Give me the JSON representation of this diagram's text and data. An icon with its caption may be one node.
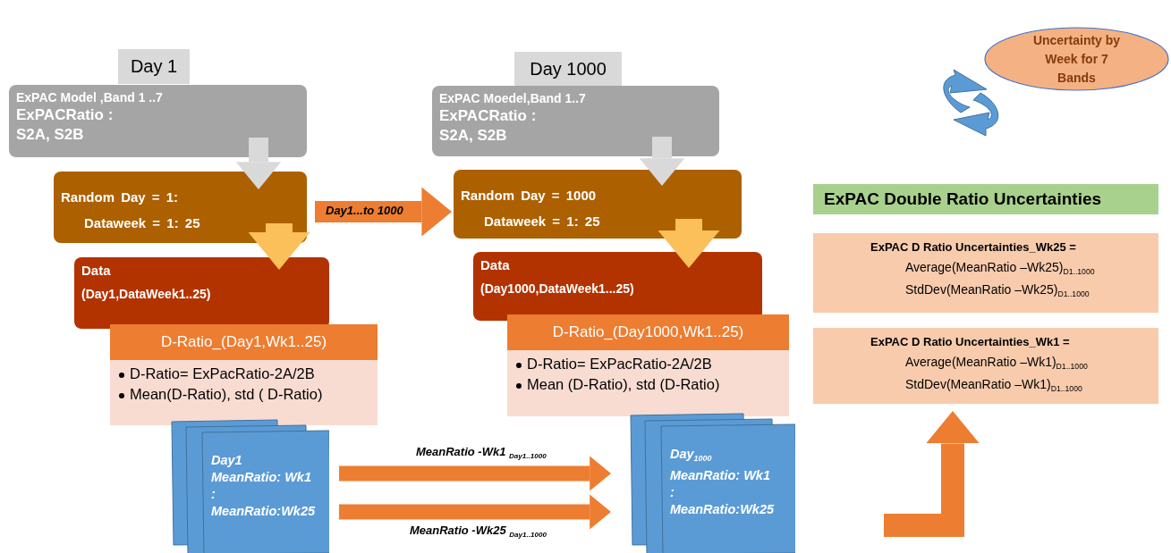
{
  "diagram": {
    "nodes": [
      {
        "text": [
          "Day 1"
        ]
      },
      {
        "text": [
          "ExPAC Model ,Band 1 ..7",
          "ExPACRatio : S2A, S2B"
        ]
      },
      {
        "text": [
          "Random Day = 1:",
          "Dataweek = 1: 25"
        ]
      },
      {
        "text": [
          "Data",
          "(Day1,DataWeek1..25)"
        ]
      },
      {
        "text": [
          "D-Ratio_(Day1,Wk1..25)",
          "D-Ratio= ExPacRatio-2A/2B",
          "Mean(D-Ratio), std ( D-Ratio)"
        ]
      },
      {
        "text": [
          "Day1",
          "MeanRatio: Wk1",
          ":",
          "MeanRatio:Wk25"
        ]
      },
      {
        "text": [
          "Day 1000"
        ]
      },
      {
        "text": [
          "ExPAC Moedel,Band 1..7",
          "ExPACRatio : S2A, S2B"
        ]
      },
      {
        "text": [
          "Random Day = 1000",
          "Dataweek = 1: 25"
        ]
      },
      {
        "text": [
          "Data",
          "(Day1000,DataWeek1...25)"
        ]
      },
      {
        "text": [
          "D-Ratio_(Day1000,Wk1..25)",
          "D-Ratio= ExPacRatio-2A/2B",
          "Mean (D-Ratio), std (D-Ratio)"
        ]
      },
      {
        "text": [
          "Day$_{1000}$",
          "MeanRatio: Wk1",
          ":",
          "MeanRatio:Wk25"
        ]
      },
      {
        "text": [
          "Uncertainty by Week for 7 Bands"
        ]
      },
      {
        "text": [
          "ExPAC Double Ratio Uncertainties"
        ]
      },
      {
        "text": [
          "ExPAC D Ratio Uncertainties_Wk25 =",
          "Average(MeanRatio –Wk25)$_{D1..1000}$",
          "StdDev(MeanRatio –Wk25)$_{D1..1000}$"
        ]
      },
      {
        "text": [
          "ExPAC D Ratio Uncertainties_Wk1 =",
          "Average(MeanRatio –Wk1)$_{D1..1000}$",
          "StdDev(MeanRatio –Wk1)$_{D1..1000}$"
        ]
      }
    ],
    "edges": [
      {
        "from": 1,
        "to": 2,
        "arrow": "to",
        "color": "#d9d9d9"
      },
      {
        "from": 2,
        "to": 3,
        "arrow": "to",
        "color": "#fbc05a"
      },
      {
        "from": 2,
        "to": 8,
        "arrow": "to",
        "label": "Day1...to 1000"
      },
      {
        "from": 7,
        "to": 8,
        "arrow": "to",
        "color": "#d9d9d9"
      },
      {
        "from": 8,
        "to": 9,
        "arrow": "to",
        "color": "#fbc05a"
      },
      {
        "from": 5,
        "to": 11,
        "arrow": "to",
        "label": "MeanRatio -Wk1 $_{Day1..1000}$"
      },
      {
        "from": 5,
        "to": 11,
        "arrow": "to",
        "label": "MeanRatio -Wk25 $_{Day1..1000}$"
      },
      {
        "from": null,
        "to": 15,
        "arrow": "to"
      }
    ]
  }
}
